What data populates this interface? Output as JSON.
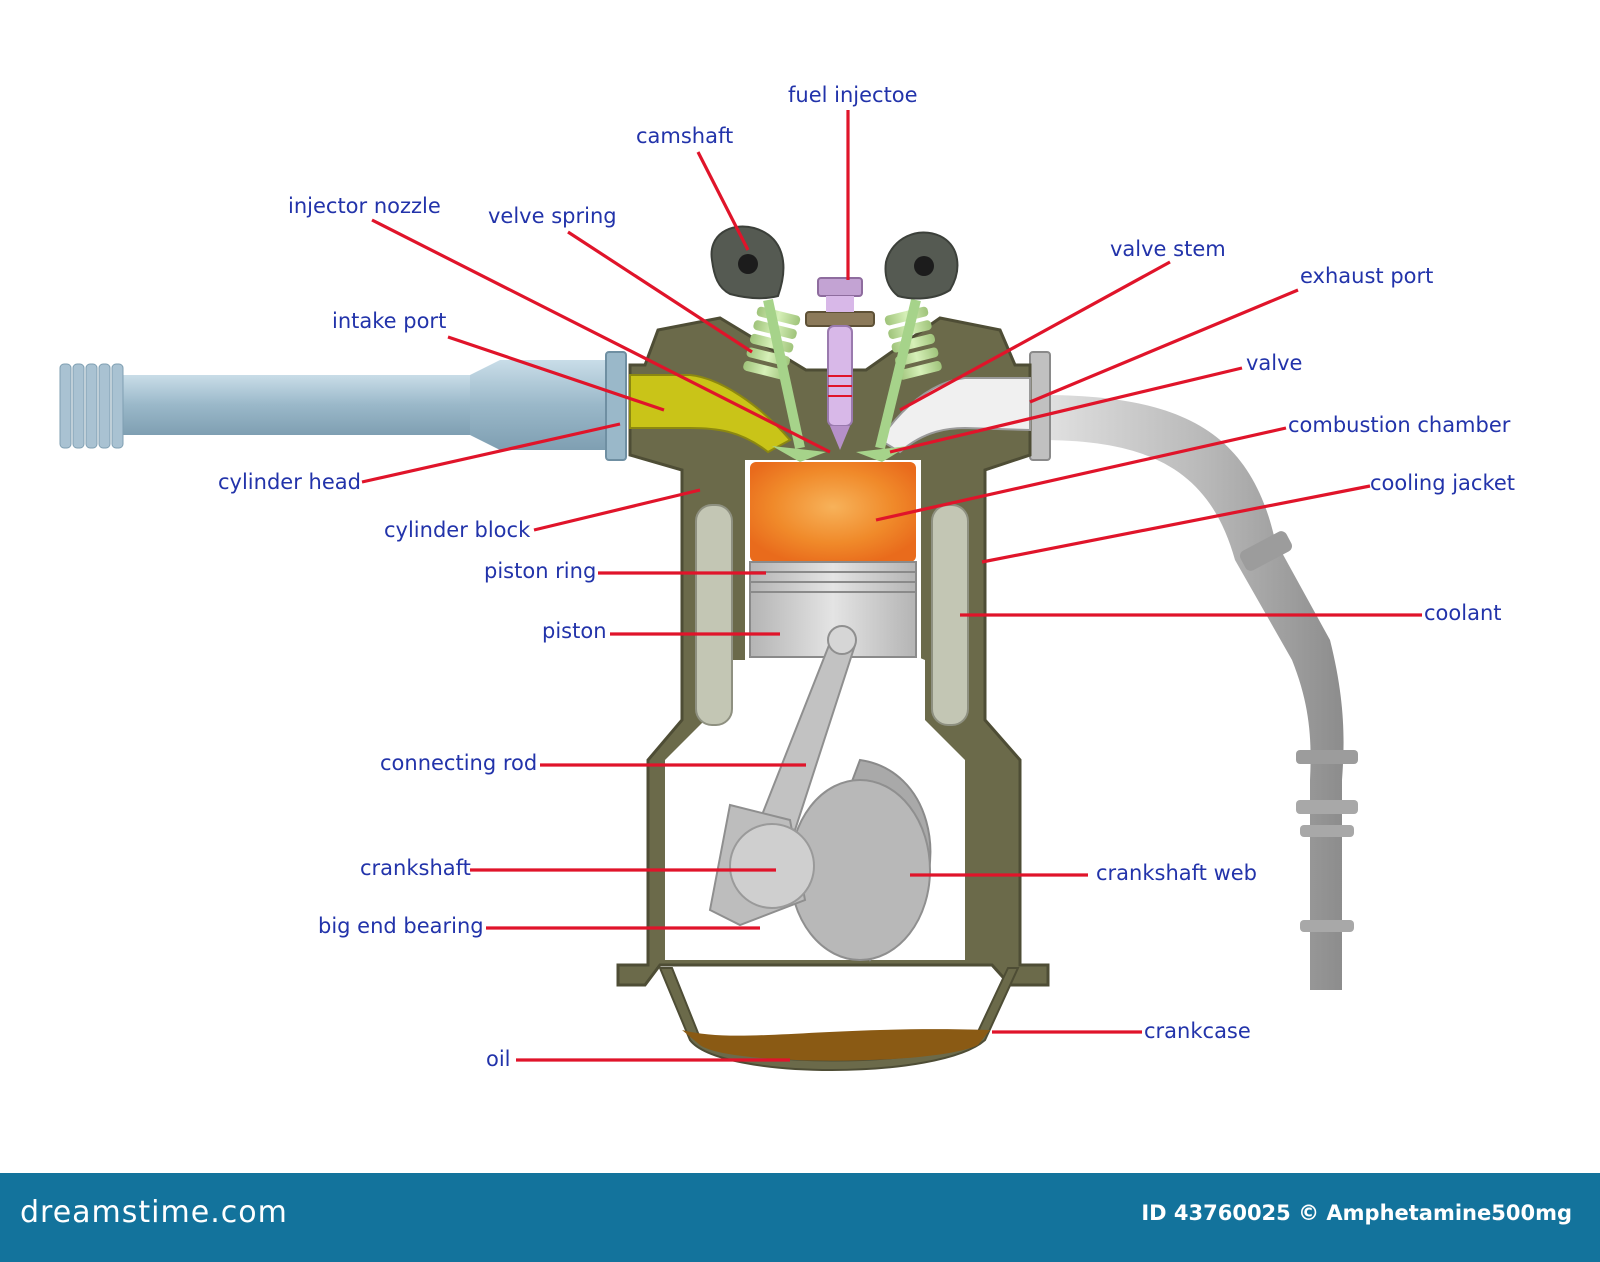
{
  "labels": {
    "fuel_injector": "fuel injectoe",
    "camshaft": "camshaft",
    "injector_nozzle": "injector nozzle",
    "valve_spring": "velve spring",
    "valve_stem": "valve stem",
    "exhaust_port": "exhaust port",
    "intake_port": "intake port",
    "valve": "valve",
    "combustion_chamber": "combustion chamber",
    "cooling_jacket": "cooling jacket",
    "cylinder_head": "cylinder head",
    "cylinder_block": "cylinder block",
    "piston_ring": "piston ring",
    "piston": "piston",
    "coolant": "coolant",
    "connecting_rod": "connecting rod",
    "crankshaft": "crankshaft",
    "crankshaft_web": "crankshaft web",
    "big_end_bearing": "big end bearing",
    "crankcase": "crankcase",
    "oil": "oil"
  },
  "footer": {
    "brand": "dreamstime.com",
    "credit": "ID 43760025 © Amphetamine500mg"
  },
  "colors": {
    "label_text": "#2233aa",
    "leader_line": "#e0142a",
    "engine_body": "#6b6a4a",
    "coolant": "#c3c6b4",
    "combustion": "#f08a2a",
    "intake_fill": "#c9c418",
    "footer_bar": "#13739c"
  }
}
